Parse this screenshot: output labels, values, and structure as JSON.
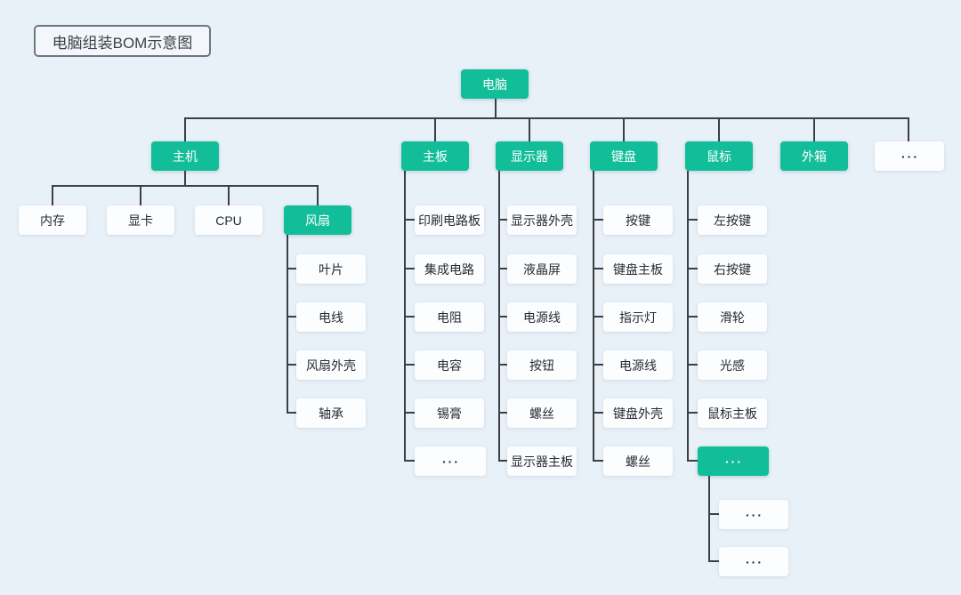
{
  "title": "电脑组装BOM示意图",
  "colors": {
    "background": "#e9f1f8",
    "node_green": "#12be9a",
    "node_white": "#fcfdff",
    "connector": "#3c4045",
    "text_dark": "#262b31",
    "text_light": "#ffffff"
  },
  "root_label": "电脑",
  "level1": [
    "主机",
    "主板",
    "显示器",
    "键盘",
    "鼠标",
    "外箱",
    "···"
  ],
  "host_children": [
    "内存",
    "显卡",
    "CPU",
    "风扇"
  ],
  "fan_children": [
    "叶片",
    "电线",
    "风扇外壳",
    "轴承"
  ],
  "mainboard_children": [
    "印刷电路板",
    "集成电路",
    "电阻",
    "电容",
    "锡膏",
    "···"
  ],
  "monitor_children": [
    "显示器外壳",
    "液晶屏",
    "电源线",
    "按钮",
    "螺丝",
    "显示器主板"
  ],
  "keyboard_children": [
    "按键",
    "键盘主板",
    "指示灯",
    "电源线",
    "键盘外壳",
    "螺丝"
  ],
  "mouse_children": [
    "左按键",
    "右按键",
    "滑轮",
    "光感",
    "鼠标主板",
    "···"
  ],
  "mouse_more_children": [
    "···",
    "···"
  ]
}
